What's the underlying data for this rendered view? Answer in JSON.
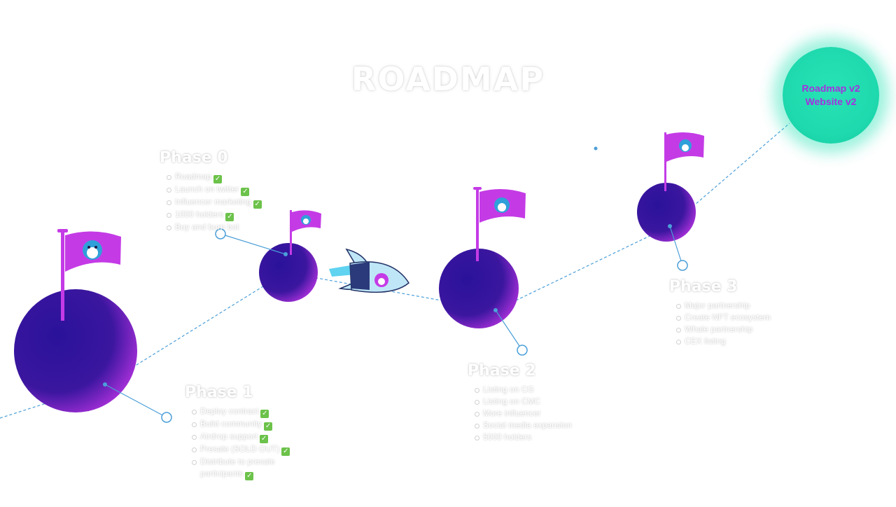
{
  "title": "ROADMAP",
  "goal": {
    "line1": "Roadmap v2",
    "line2": "Website v2"
  },
  "phases": [
    {
      "title": "Phase 0",
      "items": [
        {
          "text": "Roadmap",
          "done": true
        },
        {
          "text": "Launch on twitter",
          "done": true
        },
        {
          "text": "Influencer marketing",
          "done": true
        },
        {
          "text": "1000 holders",
          "done": true
        },
        {
          "text": "Buy and burn bot",
          "done": false
        }
      ]
    },
    {
      "title": "Phase 1",
      "items": [
        {
          "text": "Deploy contract",
          "done": true
        },
        {
          "text": "Build community",
          "done": true
        },
        {
          "text": "Airdrop support",
          "done": true
        },
        {
          "text": "Presale (SOLD OUT)",
          "done": true
        },
        {
          "text": "Distribute to presale participants",
          "done": true
        }
      ]
    },
    {
      "title": "Phase 2",
      "items": [
        {
          "text": "Listing on CG",
          "done": false
        },
        {
          "text": "Listing on CMC",
          "done": false
        },
        {
          "text": "More influencer",
          "done": false
        },
        {
          "text": "Social media expansion",
          "done": false
        },
        {
          "text": "5000 holders",
          "done": false
        }
      ]
    },
    {
      "title": "Phase 3",
      "items": [
        {
          "text": "Major partnership",
          "done": false
        },
        {
          "text": "Create NFT ecosystem",
          "done": false
        },
        {
          "text": "Whale partnership",
          "done": false
        },
        {
          "text": "CEX listing",
          "done": false
        }
      ]
    }
  ],
  "colors": {
    "planet": "#3a16a0",
    "planet_edge": "#a02fd6",
    "flag": "#c43be6",
    "path": "#4b9fd8",
    "goal": "#22dcb0",
    "goal_text": "#a530e0",
    "check": "#6cc24a"
  },
  "icons": {
    "flag": "dog-face-flag-icon",
    "rocket": "rocket-icon",
    "check": "check-box-icon"
  }
}
